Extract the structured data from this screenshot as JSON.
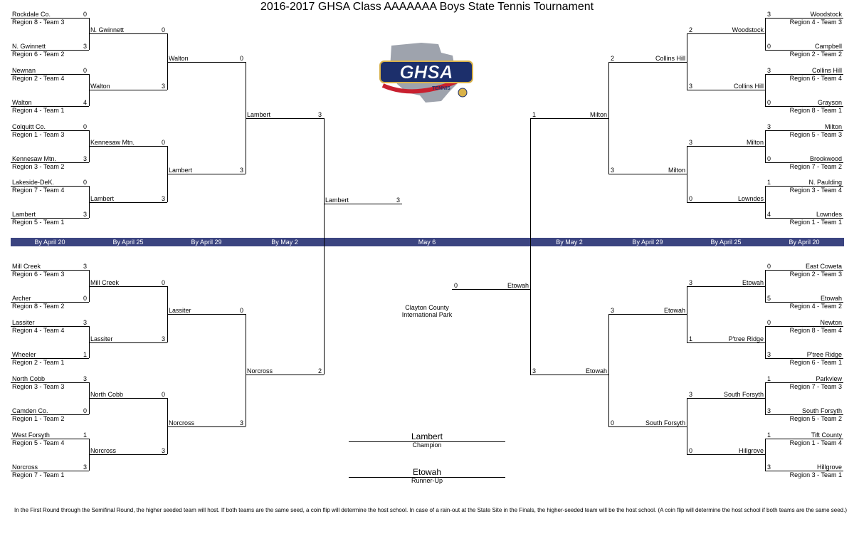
{
  "title": "2016-2017 GHSA Class AAAAAAA Boys State Tennis Tournament",
  "logo": {
    "icon": "ghsa-tennis-logo",
    "text": "GHSA",
    "subtext": "TENNIS",
    "colors": {
      "navy": "#1c2f6b",
      "red": "#c8202f",
      "gold": "#d9b24a",
      "grey": "#9ea3ad"
    }
  },
  "band_color": "#3b4480",
  "band_labels": [
    "By April 20",
    "By April 25",
    "By April 29",
    "By May 2",
    "May 6",
    "By May 2",
    "By April 29",
    "By April 25",
    "By April 20"
  ],
  "left_top_r1": [
    {
      "name": "Rockdale Co.",
      "seed": "Region 8 - Team 3",
      "score": "0"
    },
    {
      "name": "N. Gwinnett",
      "seed": "Region 6 - Team 2",
      "score": "3"
    },
    {
      "name": "Newnan",
      "seed": "Region 2 - Team 4",
      "score": "0"
    },
    {
      "name": "Walton",
      "seed": "Region 4 - Team 1",
      "score": "4"
    },
    {
      "name": "Colquitt Co.",
      "seed": "Region 1 - Team 3",
      "score": "0"
    },
    {
      "name": "Kennesaw Mtn.",
      "seed": "Region 3 - Team 2",
      "score": "3"
    },
    {
      "name": "Lakeside-DeK.",
      "seed": "Region 7 - Team 4",
      "score": "0"
    },
    {
      "name": "Lambert",
      "seed": "Region 5 - Team 1",
      "score": "3"
    }
  ],
  "left_top_r2": [
    {
      "name": "N. Gwinnett",
      "score": "0"
    },
    {
      "name": "Walton",
      "score": "3"
    },
    {
      "name": "Kennesaw Mtn.",
      "score": "0"
    },
    {
      "name": "Lambert",
      "score": "3"
    }
  ],
  "left_top_r3": [
    {
      "name": "Walton",
      "score": "0"
    },
    {
      "name": "Lambert",
      "score": "3"
    }
  ],
  "left_top_r4": {
    "name": "Lambert",
    "score": "3"
  },
  "left_bottom_r1": [
    {
      "name": "Mill Creek",
      "seed": "Region 6 - Team 3",
      "score": "3"
    },
    {
      "name": "Archer",
      "seed": "Region 8 - Team 2",
      "score": "0"
    },
    {
      "name": "Lassiter",
      "seed": "Region 4 - Team 4",
      "score": "3"
    },
    {
      "name": "Wheeler",
      "seed": "Region 2 - Team 1",
      "score": "1"
    },
    {
      "name": "North Cobb",
      "seed": "Region 3 - Team 3",
      "score": "3"
    },
    {
      "name": "Camden Co.",
      "seed": "Region 1 - Team 2",
      "score": "0"
    },
    {
      "name": "West Forsyth",
      "seed": "Region 5 - Team 4",
      "score": "1"
    },
    {
      "name": "Norcross",
      "seed": "Region 7 - Team 1",
      "score": "3"
    }
  ],
  "left_bottom_r2": [
    {
      "name": "Mill Creek",
      "score": "0"
    },
    {
      "name": "Lassiter",
      "score": "3"
    },
    {
      "name": "North Cobb",
      "score": "0"
    },
    {
      "name": "Norcross",
      "score": "3"
    }
  ],
  "left_bottom_r3": [
    {
      "name": "Lassiter",
      "score": "0"
    },
    {
      "name": "Norcross",
      "score": "3"
    }
  ],
  "left_bottom_r4": {
    "name": "Norcross",
    "score": "2"
  },
  "left_final": {
    "name": "Lambert",
    "score": "3"
  },
  "right_top_r1": [
    {
      "name": "Woodstock",
      "seed": "Region 4 - Team 3",
      "score": "3"
    },
    {
      "name": "Campbell",
      "seed": "Region 2 - Team 2",
      "score": "0"
    },
    {
      "name": "Collins Hill",
      "seed": "Region 6 - Team 4",
      "score": "3"
    },
    {
      "name": "Grayson",
      "seed": "Region 8 - Team 1",
      "score": "0"
    },
    {
      "name": "Milton",
      "seed": "Region 5 - Team 3",
      "score": "3"
    },
    {
      "name": "Brookwood",
      "seed": "Region 7 - Team 2",
      "score": "0"
    },
    {
      "name": "N. Paulding",
      "seed": "Region 3 - Team 4",
      "score": "1"
    },
    {
      "name": "Lowndes",
      "seed": "Region 1 - Team 1",
      "score": "4"
    }
  ],
  "right_top_r2": [
    {
      "name": "Woodstock",
      "score": "2"
    },
    {
      "name": "Collins Hill",
      "score": "3"
    },
    {
      "name": "Milton",
      "score": "3"
    },
    {
      "name": "Lowndes",
      "score": "0"
    }
  ],
  "right_top_r3": [
    {
      "name": "Collins Hill",
      "score": "2"
    },
    {
      "name": "Milton",
      "score": "3"
    }
  ],
  "right_top_r4": {
    "name": "Milton",
    "score": "1"
  },
  "right_bottom_r1": [
    {
      "name": "East Coweta",
      "seed": "Region 2 - Team 3",
      "score": "0"
    },
    {
      "name": "Etowah",
      "seed": "Region 4 - Team 2",
      "score": "5"
    },
    {
      "name": "Newton",
      "seed": "Region 8 - Team 4",
      "score": "0"
    },
    {
      "name": "P'tree Ridge",
      "seed": "Region 6 - Team 1",
      "score": "3"
    },
    {
      "name": "Parkview",
      "seed": "Region 7 - Team 3",
      "score": "1"
    },
    {
      "name": "South Forsyth",
      "seed": "Region 5 - Team 2",
      "score": "3"
    },
    {
      "name": "Tift County",
      "seed": "Region 1 - Team 4",
      "score": "1"
    },
    {
      "name": "Hillgrove",
      "seed": "Region 3 - Team 1",
      "score": "3"
    }
  ],
  "right_bottom_r2": [
    {
      "name": "Etowah",
      "score": "3"
    },
    {
      "name": "P'tree Ridge",
      "score": "1"
    },
    {
      "name": "South Forsyth",
      "score": "3"
    },
    {
      "name": "Hillgrove",
      "score": "0"
    }
  ],
  "right_bottom_r3": [
    {
      "name": "Etowah",
      "score": "3"
    },
    {
      "name": "South Forsyth",
      "score": "0"
    }
  ],
  "right_bottom_r4": {
    "name": "Etowah",
    "score": "3"
  },
  "right_final": {
    "name": "Etowah",
    "score": "0"
  },
  "venue": {
    "line1": "Clayton County",
    "line2": "International Park"
  },
  "champion": {
    "name": "Lambert",
    "label": "Champion"
  },
  "runner_up": {
    "name": "Etowah",
    "label": "Runner-Up"
  },
  "footnote": "In the First Round through the Semifinal Round, the higher seeded team will host. If both teams are the same seed, a coin flip will determine the host school. In case of a rain-out at the State Site in the Finals, the higher-seeded team will be the host school.  (A coin flip will determine the host school if both teams are the same seed.)"
}
